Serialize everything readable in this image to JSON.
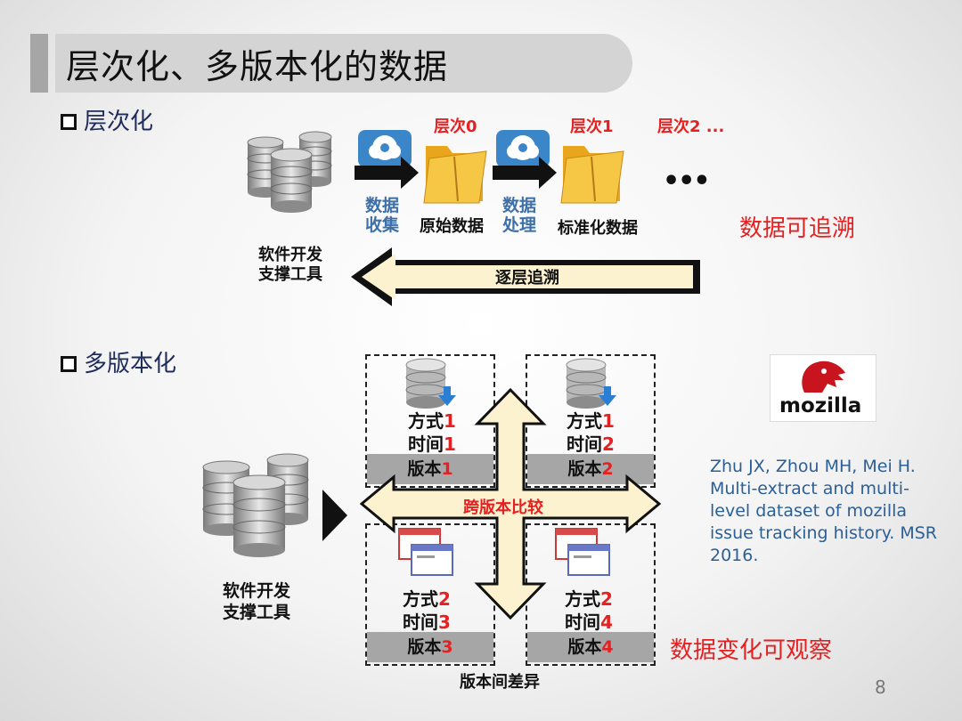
{
  "slide": {
    "title": "层次化、多版本化的数据",
    "page_number": "8"
  },
  "section1": {
    "bullet": "层次化",
    "level0": "层次0",
    "level1": "层次1",
    "level2": "层次2 ...",
    "collect": [
      "数据",
      "收集"
    ],
    "raw_data": "原始数据",
    "process": [
      "数据",
      "处理"
    ],
    "std_data": "标准化数据",
    "ellipsis": "•••",
    "traceable": "数据可追溯",
    "tool": [
      "软件开发",
      "支撑工具"
    ],
    "trace_arrow": "逐层追溯"
  },
  "section2": {
    "bullet": "多版本化",
    "tool": [
      "软件开发",
      "支撑工具"
    ],
    "versions": [
      {
        "method_label": "方式",
        "method_num": "1",
        "time_label": "时间",
        "time_num": "1",
        "ver_label": "版本",
        "ver_num": "1"
      },
      {
        "method_label": "方式",
        "method_num": "1",
        "time_label": "时间",
        "time_num": "2",
        "ver_label": "版本",
        "ver_num": "2"
      },
      {
        "method_label": "方式",
        "method_num": "2",
        "time_label": "时间",
        "time_num": "3",
        "ver_label": "版本",
        "ver_num": "3"
      },
      {
        "method_label": "方式",
        "method_num": "2",
        "time_label": "时间",
        "time_num": "4",
        "ver_label": "版本",
        "ver_num": "4"
      }
    ],
    "cross_compare": "跨版本比较",
    "diff": "版本间差异",
    "observable": "数据变化可观察",
    "logo_text": "mozilla",
    "citation": "Zhu JX, Zhou MH, Mei H. Multi-extract and multi-level dataset of mozilla issue tracking history. MSR 2016."
  },
  "colors": {
    "accent_red": "#e62020",
    "title_bar": "#d4d4d4",
    "arrow_fill": "#fdf2d0",
    "citation_blue": "#2b5f96"
  }
}
